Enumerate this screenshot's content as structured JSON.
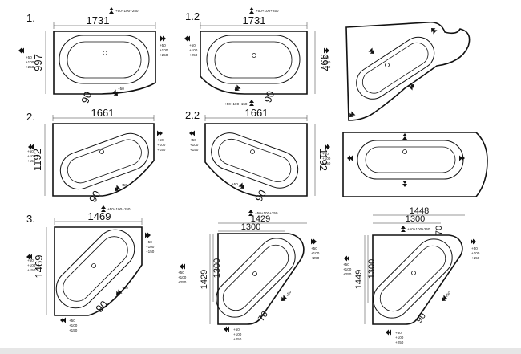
{
  "variants": {
    "v1": {
      "label": "1.",
      "width": "1731",
      "height": "997",
      "corner": "90",
      "adjust_top": "+50+100+250",
      "adjust_side": [
        "+50",
        "+100",
        "+250"
      ],
      "adjust_small": "+50"
    },
    "v12": {
      "label": "1.2",
      "width": "1731",
      "height": "997",
      "corner": "90",
      "adjust_top": "+50+100+250",
      "adjust_bottom": "+50+100+150",
      "adjust_side": [
        "+50",
        "+100",
        "+250"
      ],
      "adjust_small": "+50"
    },
    "v2": {
      "label": "2.",
      "width": "1661",
      "height": "1192",
      "corner": "90",
      "adjust_side": [
        "+50",
        "+100",
        "+150"
      ],
      "adjust_small": "+50"
    },
    "v22": {
      "label": "2.2",
      "width": "1661",
      "height": "1192",
      "corner": "90",
      "adjust_side": [
        "+50",
        "+100",
        "+150"
      ],
      "adjust_small": "+50"
    },
    "v3": {
      "label": "3.",
      "width": "1469",
      "height": "1469",
      "corner": "90",
      "adjust_top": "+50+100+150",
      "adjust_side": [
        "+50",
        "+100",
        "+150"
      ],
      "adjust_small": "+50"
    },
    "v4": {
      "width_outer": "1429",
      "width_inner": "1300",
      "height_outer": "1429",
      "height_inner": "1300",
      "corner": "70",
      "adjust_top": "+50+100+250",
      "adjust_side": [
        "+50",
        "+100",
        "+250"
      ],
      "adjust_small": "+50"
    },
    "v5": {
      "width_outer": "1448",
      "width_inner": "1300",
      "height_outer": "1449",
      "height_inner": "1300",
      "corner_top": "70",
      "corner": "90",
      "adjust_top": "+50+100+250",
      "adjust_side": [
        "+50",
        "+100",
        "+250"
      ],
      "adjust_small": "+50"
    }
  },
  "icons": {
    "adjust_arrow": "double-arrow-icon"
  }
}
